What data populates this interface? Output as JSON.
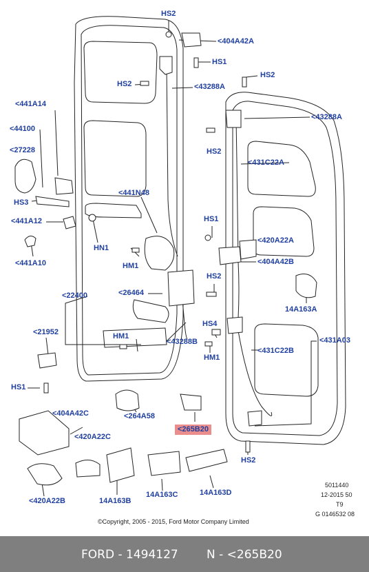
{
  "labels": {
    "hs2_top": "HS2",
    "a404A42A": "<404A42A",
    "hs1_top": "HS1",
    "hs2_mid": "HS2",
    "a43288A_left": "<43288A",
    "hs2_right": "HS2",
    "a441A14": "<441A14",
    "a44100": "<44100",
    "a43288A_right": "<43288A",
    "hs2_r2": "HS2",
    "a27228": "<27228",
    "a431C22A": "<431C22A",
    "hs3": "HS3",
    "a441N48": "<441N48",
    "a441A12": "<441A12",
    "hs1_mid": "HS1",
    "a420A22A": "<420A22A",
    "hn1": "HN1",
    "hm1_a": "HM1",
    "a441A10": "<441A10",
    "a404A42B": "<404A42B",
    "hs2_c": "HS2",
    "a26464": "<26464",
    "a22400": "<22400",
    "a14A163A": "14A163A",
    "hs4": "HS4",
    "a21952": "<21952",
    "hm1_b": "HM1",
    "a43288B": "<43288B",
    "a431A03": "<431A03",
    "a431C22B": "<431C22B",
    "hm1_c": "HM1",
    "hs1_low": "HS1",
    "a404A42C": "<404A42C",
    "a264A58": "<264A58",
    "a265B20": "<265B20",
    "a420A22C": "<420A22C",
    "hs2_low": "HS2",
    "a420A22B": "<420A22B",
    "a14A163B": "14A163B",
    "a14A163C": "14A163C",
    "a14A163D": "14A163D"
  },
  "meta": {
    "line1": "5011440",
    "line2": "12-2015 50",
    "line3": "T9",
    "line4": "G 0146532 08"
  },
  "copyright": "©Copyright, 2005 - 2015, Ford Motor Company Limited",
  "footer": {
    "brand_part": "FORD - 1494127",
    "n_part": "N - <265B20"
  },
  "colors": {
    "label": "#1f3f9f",
    "highlight": "#e98d8d",
    "footer_bg": "#7f7f7f",
    "line": "#222222"
  }
}
